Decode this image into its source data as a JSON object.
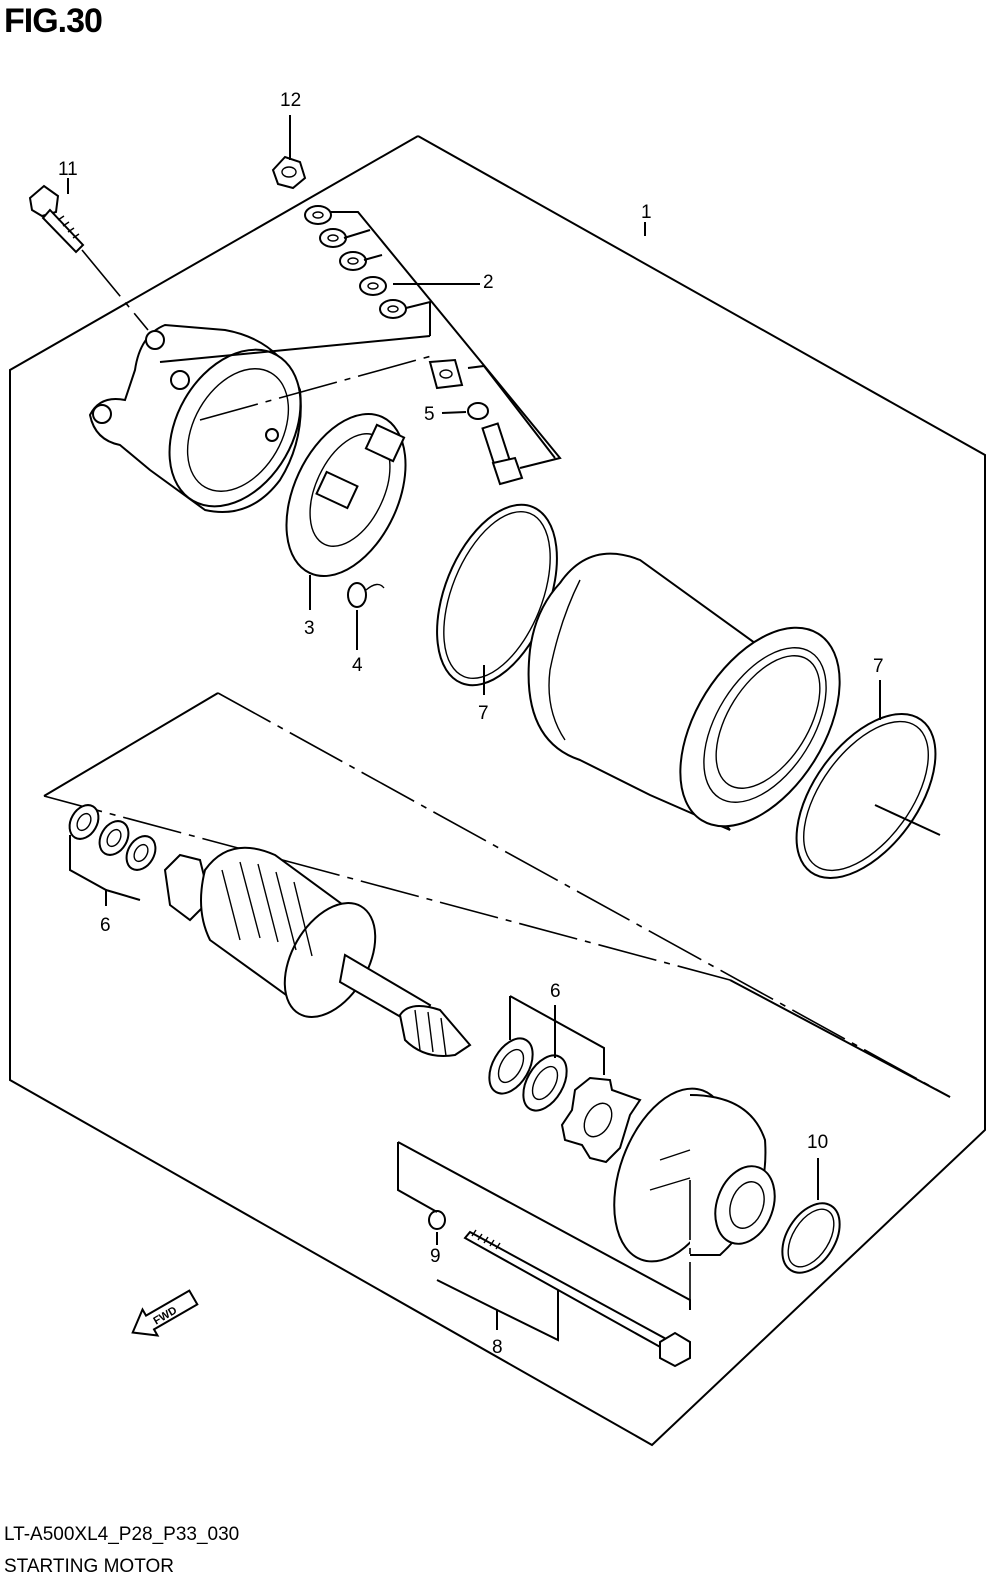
{
  "figure": {
    "title": "FIG.30",
    "model_code": "LT-A500XL4_P28_P33_030",
    "name": "STARTING MOTOR",
    "fwd_label": "FWD"
  },
  "callouts": [
    {
      "id": "c1",
      "label": "1"
    },
    {
      "id": "c2",
      "label": "2"
    },
    {
      "id": "c3",
      "label": "3"
    },
    {
      "id": "c4",
      "label": "4"
    },
    {
      "id": "c5",
      "label": "5"
    },
    {
      "id": "c6a",
      "label": "6"
    },
    {
      "id": "c6b",
      "label": "6"
    },
    {
      "id": "c7a",
      "label": "7"
    },
    {
      "id": "c7b",
      "label": "7"
    },
    {
      "id": "c8",
      "label": "8"
    },
    {
      "id": "c9",
      "label": "9"
    },
    {
      "id": "c10",
      "label": "10"
    },
    {
      "id": "c11",
      "label": "11"
    },
    {
      "id": "c12",
      "label": "12"
    }
  ]
}
